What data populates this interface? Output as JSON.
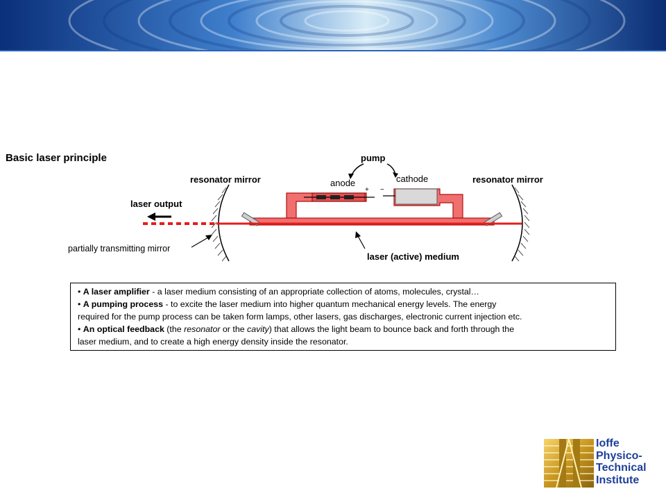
{
  "diagram": {
    "title": "Basic laser principle",
    "labels": {
      "pump": "pump",
      "anode": "anode",
      "cathode": "cathode",
      "resonator_mirror_left": "resonator mirror",
      "resonator_mirror_right": "resonator mirror",
      "laser_output": "laser output",
      "partial_mirror": "partially transmitting mirror",
      "active_medium": "laser (active) medium",
      "plus": "+",
      "minus": "−"
    },
    "colors": {
      "laser": "#e81c1c",
      "tube": "#f07070",
      "tube_border": "#b01010",
      "cathode_fill": "#d9d9d9"
    }
  },
  "description": {
    "bullet": "•",
    "items": [
      {
        "bold": "A laser amplifier",
        "rest": " - a laser medium consisting of an appropriate collection of atoms, molecules, crystal…"
      },
      {
        "bold": "A pumping process",
        "rest_line1": " - to excite the laser medium into higher quantum mechanical energy levels. The energy",
        "line2": "required for the pump process can be taken form lamps, other lasers, gas discharges, electronic current injection etc."
      },
      {
        "bold": "An optical feedback",
        "pre_italic1": " (the ",
        "italic1": "resonator",
        "mid": " or the ",
        "italic2": "cavity",
        "rest_line1": ") that allows the light beam to bounce back and forth through the",
        "line2": "laser medium, and to create a high energy density inside the resonator."
      }
    ]
  },
  "logo": {
    "line1": "Ioffe",
    "line2": "Physico-",
    "line3": "Technical",
    "line4": "Institute"
  }
}
